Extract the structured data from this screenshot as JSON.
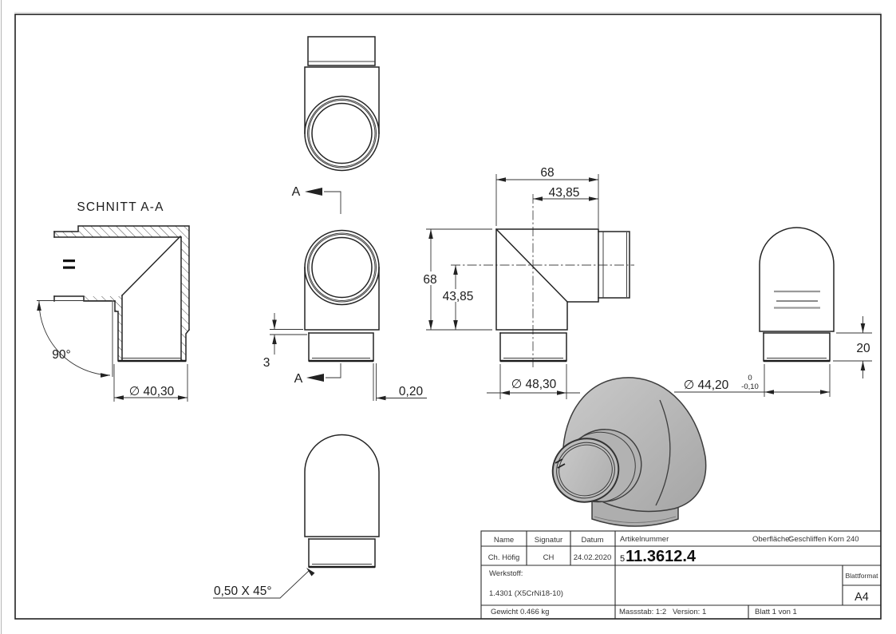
{
  "drawing": {
    "section_view": {
      "title": "SCHNITT A-A",
      "angle": "90°",
      "diameter": "∅ 40,30"
    },
    "top_view": {
      "cut_label": "A"
    },
    "front_view": {
      "cut_label": "A",
      "wall_dim": "3",
      "offset_dim": "0,20"
    },
    "side_view": {
      "width": "68",
      "width_to_center": "43,85",
      "height": "68",
      "height_to_center": "43,85",
      "diameter": "∅ 48,30"
    },
    "end_view": {
      "diameter": "∅ 44,20",
      "tol_upper": "0",
      "tol_lower": "-0,10",
      "socket_depth": "20"
    },
    "bottom_view": {
      "chamfer": "0,50 X 45°"
    }
  },
  "title_block": {
    "name_label": "Name",
    "signature_label": "Signatur",
    "date_label": "Datum",
    "name_value": "Ch. Höfig",
    "signature_value": "CH",
    "date_value": "24.02.2020",
    "article_label": "Artikelnummer",
    "article_prefix": "5",
    "article_number": "11.3612.4",
    "surface_label": "Oberfläche:",
    "surface_value": "Geschliffen Korn 240",
    "material_label": "Werkstoff:",
    "material_value": "1.4301 (X5CrNi18-10)",
    "format_label": "Blattformat",
    "format_value": "A4",
    "weight": "Gewicht 0.466 kg",
    "scale": "Massstab: 1:2",
    "version": "Version: 1",
    "sheet": "Blatt 1 von 1"
  },
  "colors": {
    "line": "#232323",
    "metal_light": "#cacaca",
    "metal_dark": "#a5a5a5"
  }
}
